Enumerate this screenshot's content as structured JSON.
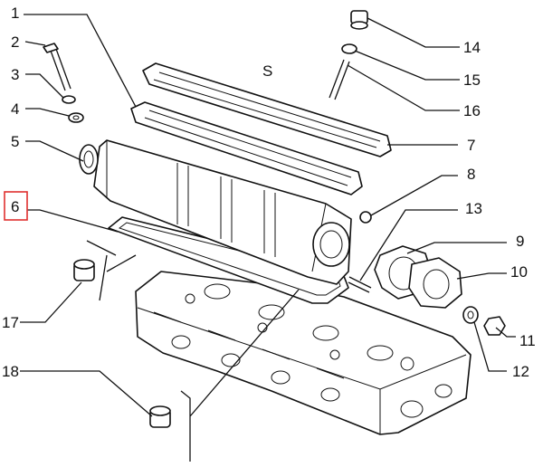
{
  "labels": {
    "p1": "1",
    "p2": "2",
    "p3": "3",
    "p4": "4",
    "p5": "5",
    "p6": "6",
    "p7": "7",
    "p8": "8",
    "p10": "10",
    "p11": "11",
    "p12": "12",
    "p13": "13",
    "p9": "9",
    "p14": "14",
    "p15": "15",
    "p16": "16",
    "p17": "17",
    "p18": "18"
  },
  "marks": {
    "s": "S"
  },
  "highlighted_callout": "6",
  "colors": {
    "highlight": "#e0302f",
    "ink": "#111111"
  }
}
